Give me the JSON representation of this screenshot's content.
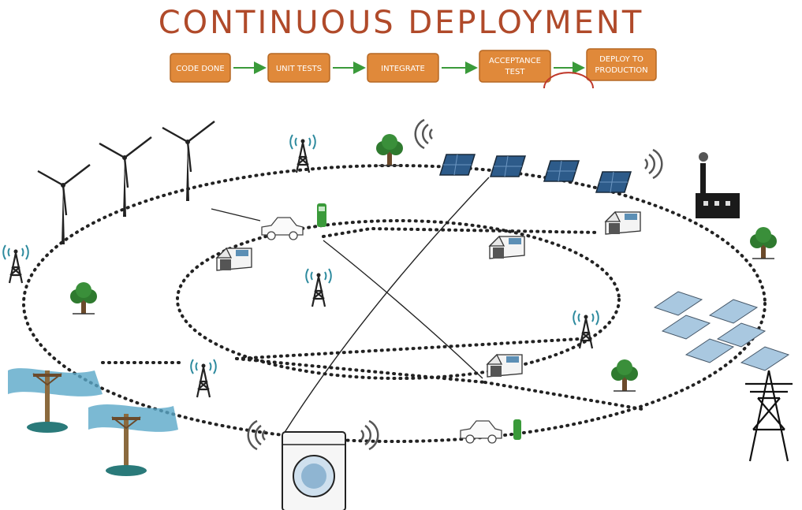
{
  "title": "CONTINUOUS DEPLOYMENT",
  "pipeline": {
    "steps": [
      {
        "lines": [
          "CODE DONE"
        ]
      },
      {
        "lines": [
          "UNIT TESTS"
        ]
      },
      {
        "lines": [
          "INTEGRATE"
        ]
      },
      {
        "lines": [
          "ACCEPTANCE",
          "TEST"
        ]
      },
      {
        "lines": [
          "DEPLOY TO",
          "PRODUCTION"
        ]
      }
    ],
    "box_color": "#e0893a",
    "arrow_color": "#3a9a3a",
    "title_color": "#b04a2a"
  },
  "network": {
    "icons": [
      "wind-turbine-icon",
      "cell-tower-icon",
      "tree-icon",
      "solar-panel-icon",
      "factory-icon",
      "electric-car-icon",
      "charging-station-icon",
      "house-icon",
      "power-pole-icon",
      "washing-machine-icon",
      "transmission-tower-icon",
      "solar-farm-icon"
    ]
  }
}
